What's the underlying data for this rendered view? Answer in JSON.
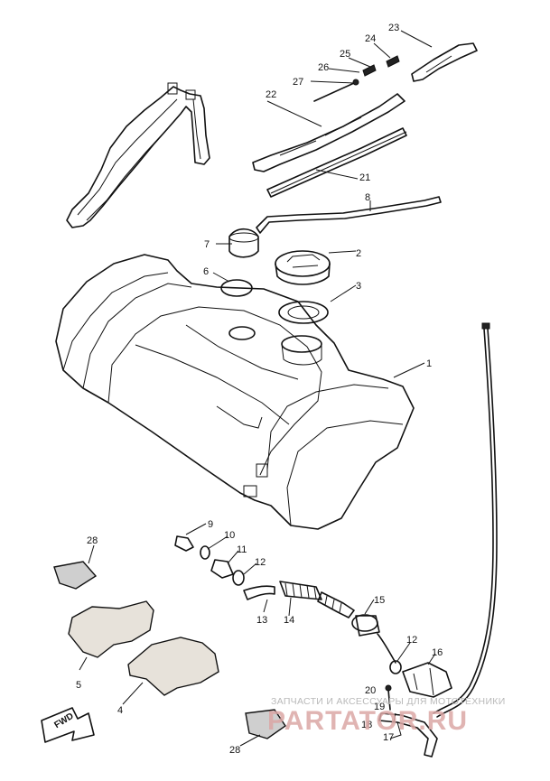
{
  "callouts": [
    {
      "id": "c1",
      "label": "1"
    },
    {
      "id": "c2",
      "label": "2"
    },
    {
      "id": "c3",
      "label": "3"
    },
    {
      "id": "c4",
      "label": "4"
    },
    {
      "id": "c5",
      "label": "5"
    },
    {
      "id": "c6",
      "label": "6"
    },
    {
      "id": "c7",
      "label": "7"
    },
    {
      "id": "c8",
      "label": "8"
    },
    {
      "id": "c9",
      "label": "9"
    },
    {
      "id": "c10",
      "label": "10"
    },
    {
      "id": "c11",
      "label": "11"
    },
    {
      "id": "c12a",
      "label": "12"
    },
    {
      "id": "c12b",
      "label": "12"
    },
    {
      "id": "c13",
      "label": "13"
    },
    {
      "id": "c14",
      "label": "14"
    },
    {
      "id": "c15",
      "label": "15"
    },
    {
      "id": "c16",
      "label": "16"
    },
    {
      "id": "c17",
      "label": "17"
    },
    {
      "id": "c18",
      "label": "18"
    },
    {
      "id": "c19",
      "label": "19"
    },
    {
      "id": "c20",
      "label": "20"
    },
    {
      "id": "c21",
      "label": "21"
    },
    {
      "id": "c22",
      "label": "22"
    },
    {
      "id": "c23",
      "label": "23"
    },
    {
      "id": "c24",
      "label": "24"
    },
    {
      "id": "c25",
      "label": "25"
    },
    {
      "id": "c26",
      "label": "26"
    },
    {
      "id": "c27",
      "label": "27"
    },
    {
      "id": "c28a",
      "label": "28"
    },
    {
      "id": "c28b",
      "label": "28"
    }
  ],
  "direction_marker": "FWD",
  "watermark": {
    "caption": "ЗАПЧАСТИ И АКСЕССУАРЫ ДЛЯ МОТОТЕХНИКИ",
    "logo": "PARTATOR.RU"
  },
  "colors": {
    "ink": "#111111",
    "background": "#ffffff",
    "watermark_logo": "#dba7a5",
    "watermark_text": "#b9b9b9"
  }
}
